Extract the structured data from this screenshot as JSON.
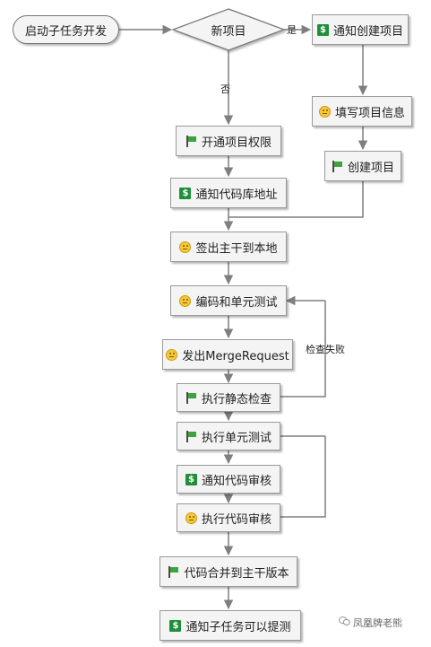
{
  "start": "启动子任务开发",
  "decision": {
    "question": "新项目",
    "yes_label": "是",
    "no_label": "否"
  },
  "nodes": {
    "notify_create_project": {
      "label": "通知创建项目",
      "icon": "dollar-icon"
    },
    "fill_project_info": {
      "label": "填写项目信息",
      "icon": "smile-icon"
    },
    "create_project": {
      "label": "创建项目",
      "icon": "flag-icon"
    },
    "open_project_permission": {
      "label": "开通项目权限",
      "icon": "flag-icon"
    },
    "notify_repo_address": {
      "label": "通知代码库地址",
      "icon": "dollar-icon"
    },
    "checkout_trunk": {
      "label": "签出主干到本地",
      "icon": "smile-icon"
    },
    "code_and_unit_test": {
      "label": "编码和单元测试",
      "icon": "smile-icon"
    },
    "issue_merge_request": {
      "label": "发出MergeRequest",
      "icon": "smile-icon"
    },
    "run_static_check": {
      "label": "执行静态检查",
      "icon": "flag-icon"
    },
    "run_unit_test": {
      "label": "执行单元测试",
      "icon": "flag-icon"
    },
    "notify_code_review": {
      "label": "通知代码审核",
      "icon": "dollar-icon"
    },
    "run_code_review": {
      "label": "执行代码审核",
      "icon": "smile-icon"
    },
    "merge_to_trunk": {
      "label": "代码合并到主干版本",
      "icon": "flag-icon"
    },
    "notify_subtask_submit": {
      "label": "通知子任务可以提测",
      "icon": "dollar-icon"
    }
  },
  "loop_label": "检查失败",
  "watermark": "凤凰牌老熊",
  "colors": {
    "line": "#7f7f7f",
    "node_fill": "#f4f4f4",
    "dollar": "#1f8f3a",
    "flag": "#3da33d",
    "smile": "#f6c83a"
  }
}
